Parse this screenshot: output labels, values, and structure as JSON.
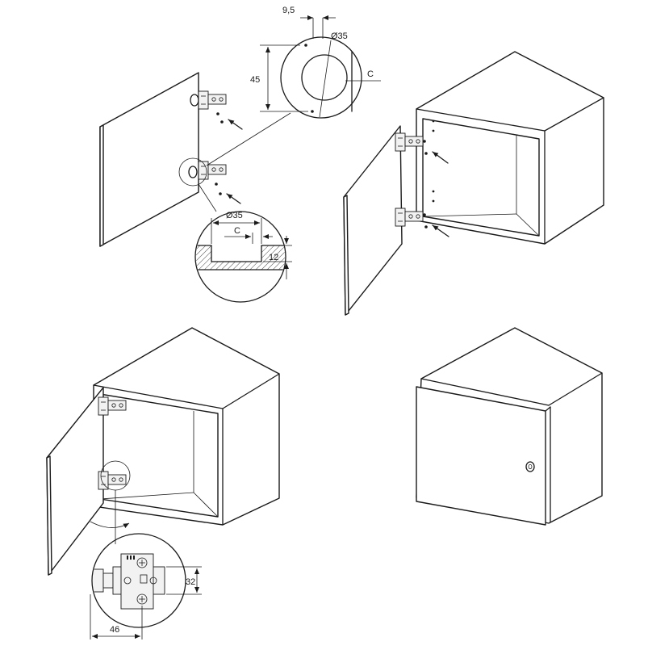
{
  "detail_top": {
    "label_9_5": "9,5",
    "label_dia_35": "Ø35",
    "label_45": "45",
    "label_c": "C"
  },
  "detail_section": {
    "label_dia_35": "Ø35",
    "label_c": "C",
    "label_12": "12"
  },
  "detail_hinge": {
    "label_32": "32",
    "label_46": "46"
  }
}
